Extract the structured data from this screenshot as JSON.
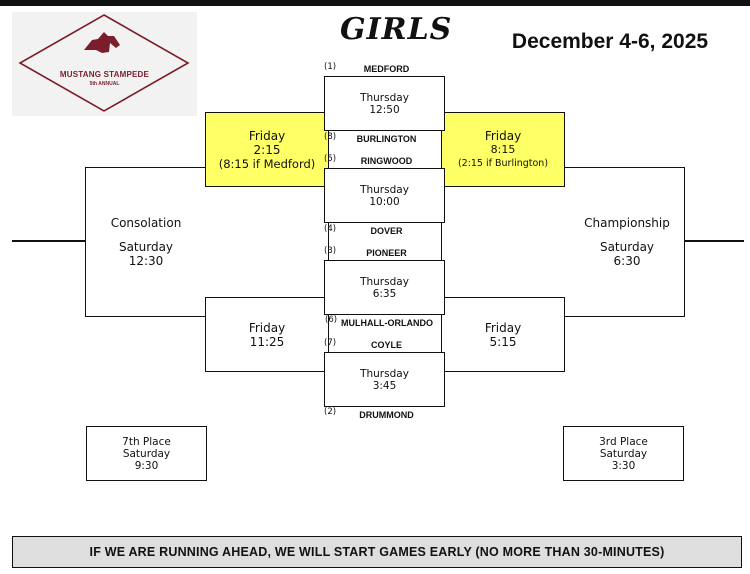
{
  "header": {
    "logo_title": "MUSTANG STAMPEDE",
    "logo_subtitle": "5th ANNUAL",
    "title": "GIRLS",
    "date": "December 4-6, 2025"
  },
  "teams": [
    {
      "seed": "(1)",
      "name": "MEDFORD"
    },
    {
      "seed": "(8)",
      "name": "BURLINGTON"
    },
    {
      "seed": "(5)",
      "name": "RINGWOOD"
    },
    {
      "seed": "(4)",
      "name": "DOVER"
    },
    {
      "seed": "(3)",
      "name": "PIONEER"
    },
    {
      "seed": "(6)",
      "name": "MULHALL-ORLANDO"
    },
    {
      "seed": "(7)",
      "name": "COYLE"
    },
    {
      "seed": "(2)",
      "name": "DRUMMOND"
    }
  ],
  "first_round": [
    {
      "day": "Thursday",
      "time": "12:50"
    },
    {
      "day": "Thursday",
      "time": "10:00"
    },
    {
      "day": "Thursday",
      "time": "6:35"
    },
    {
      "day": "Thursday",
      "time": "3:45"
    }
  ],
  "top_left": {
    "day": "Friday",
    "time": "2:15",
    "note": "(8:15 if Medford)"
  },
  "top_right": {
    "day": "Friday",
    "time": "8:15",
    "note": "(2:15 if Burlington)"
  },
  "bottom_left": {
    "day": "Friday",
    "time": "11:25"
  },
  "bottom_right": {
    "day": "Friday",
    "time": "5:15"
  },
  "consolation": {
    "title": "Consolation",
    "day": "Saturday",
    "time": "12:30"
  },
  "championship": {
    "title": "Championship",
    "day": "Saturday",
    "time": "6:30"
  },
  "seventh_place": {
    "title": "7th Place",
    "day": "Saturday",
    "time": "9:30"
  },
  "third_place": {
    "title": "3rd Place",
    "day": "Saturday",
    "time": "3:30"
  },
  "colors": {
    "highlight": "#ffff66",
    "logo_accent": "#7a1e2c",
    "footer_bg": "#dedede"
  },
  "footer": {
    "notice": "IF WE ARE RUNNING AHEAD, WE WILL START GAMES EARLY (NO MORE THAN 30-MINUTES)"
  }
}
